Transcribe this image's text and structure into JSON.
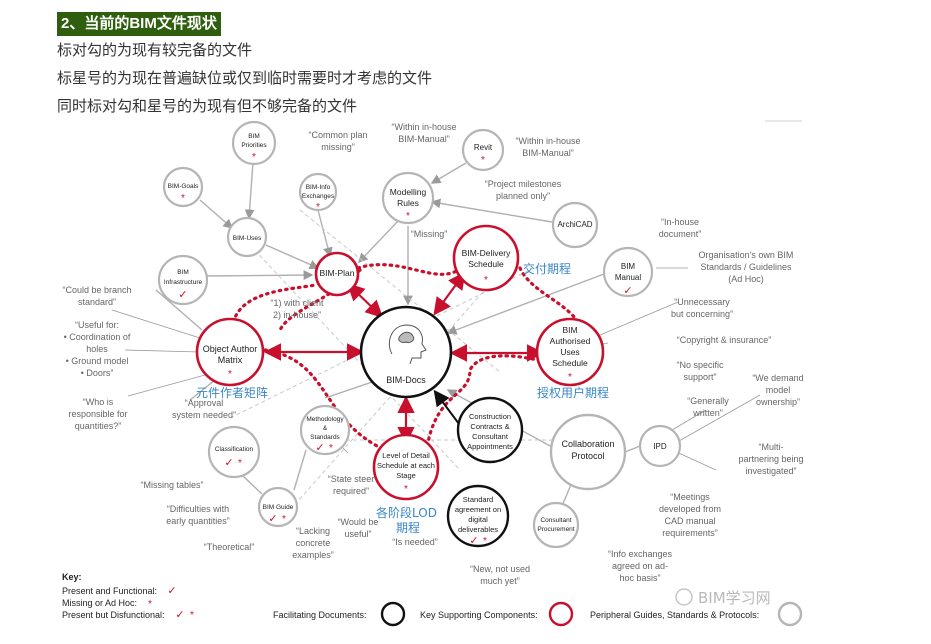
{
  "header": {
    "title": "2、当前的BIM文件现状",
    "lines": [
      "标对勾的为现有较完备的文件",
      "标星号的为现在普遍缺位或仅到临时需要时才考虑的文件",
      "同时标对勾和星号的为现有但不够完备的文件"
    ]
  },
  "diagram": {
    "center": "BIM-Docs",
    "nodes": {
      "bim_priorities": [
        "BIM",
        "Priorities"
      ],
      "bim_goals": "BIM-Goals",
      "bim_info": [
        "BIM-Info",
        "Exchanges"
      ],
      "bim_uses": "BIM-Uses",
      "bim_infrastructure": [
        "BIM",
        "Infrastructure"
      ],
      "bim_plan": "BIM-Plan",
      "modelling_rules": [
        "Modelling",
        "Rules"
      ],
      "revit": "Revit",
      "archicad": "ArchiCAD",
      "bim_delivery": [
        "BIM-Delivery",
        "Schedule"
      ],
      "bim_manual": [
        "BIM",
        "Manual"
      ],
      "object_author": [
        "Object Author",
        "Matrix"
      ],
      "bim_authorised": [
        "BIM",
        "Authorised",
        "Uses",
        "Schedule"
      ],
      "construction": [
        "Construction",
        "Contracts &",
        "Consultant",
        "Appointments"
      ],
      "classification": "Classification",
      "methodology": [
        "Methodology",
        "&",
        "Standards"
      ],
      "lod": [
        "Level of Detail",
        "Schedule at each",
        "Stage"
      ],
      "collaboration": [
        "Collaboration",
        "Protocol"
      ],
      "ipd": "IPD",
      "bim_guide": "BIM Guide",
      "standard_agreement": [
        "Standard",
        "agreement on",
        "digital",
        "deliverables"
      ],
      "consultant_procurement": [
        "Consultant",
        "Procurement"
      ]
    },
    "quotes": {
      "common_plan": [
        "“Common plan",
        "missing”"
      ],
      "within_house1": [
        "“Within in-house",
        "BIM-Manual”"
      ],
      "within_house2": [
        "“Within in-house",
        "BIM-Manual”"
      ],
      "project_milestones": [
        "“Project milestones",
        "planned only”"
      ],
      "in_house_doc": [
        "“In-house",
        "document”"
      ],
      "org_standards": [
        "Organisation’s own BIM",
        "Standards / Guidelines",
        "(Ad Hoc)"
      ],
      "branch_standard": [
        "“Could be branch",
        "standard”"
      ],
      "useful_for": [
        "“Useful for:",
        "• Coordination of",
        "holes",
        "• Ground model",
        "• Doors”"
      ],
      "with_client": [
        "“1) with client",
        "2) in-house”"
      ],
      "missing": "“Missing”",
      "unnecessary": [
        "“Unnecessary",
        "but concerning”"
      ],
      "copyright": "“Copyright & insurance”",
      "no_specific": [
        "“No specific",
        "support”"
      ],
      "generally_written": [
        "“Generally",
        "written”"
      ],
      "we_demand": [
        "“We demand",
        "model",
        "ownership”"
      ],
      "approval": [
        "“Approval",
        "system needed”"
      ],
      "who_responsible": [
        "“Who is",
        "responsible for",
        "quantities?”"
      ],
      "missing_tables": "“Missing tables”",
      "difficulties": [
        "“Difficulties with",
        "early quantities”"
      ],
      "state_steer": [
        "“State steer",
        "required”"
      ],
      "theoretical": "“Theoretical”",
      "lacking": [
        "“Lacking",
        "concrete",
        "examples”"
      ],
      "would_be_useful": [
        "“Would be",
        "useful”"
      ],
      "is_needed": "“Is needed”",
      "multi_partnering": [
        "“Multi-",
        "partnering being",
        "investigated”"
      ],
      "meetings": [
        "“Meetings",
        "developed from",
        "CAD manual",
        "requirements”"
      ],
      "info_exchanges": [
        "“Info exchanges",
        "agreed on ad-",
        "hoc basis”"
      ],
      "new_not_used": [
        "“New, not used",
        "much yet”"
      ]
    },
    "annotations_cn": {
      "delivery": "交付期程",
      "object_author": "元件作者矩阵",
      "authorised": "授权用户期程",
      "lod_line1": "各阶段LOD",
      "lod_line2": "期程"
    },
    "legend": {
      "key": "Key:",
      "present": "Present and Functional:",
      "missing": "Missing or Ad Hoc:",
      "disfunctional": "Present but Disfunctional:",
      "facilitating": "Facilitating Documents:",
      "key_supporting": "Key Supporting Components:",
      "peripheral": "Peripheral  Guides, Standards & Protocols:"
    },
    "symbols": {
      "tick": "✓",
      "star": "*"
    },
    "watermark": "BIM学习网",
    "colors": {
      "red": "#c8102e",
      "black": "#111111",
      "gray": "#b5b5b5",
      "blue": "#3a86c8",
      "green": "#2e5e0e"
    }
  }
}
